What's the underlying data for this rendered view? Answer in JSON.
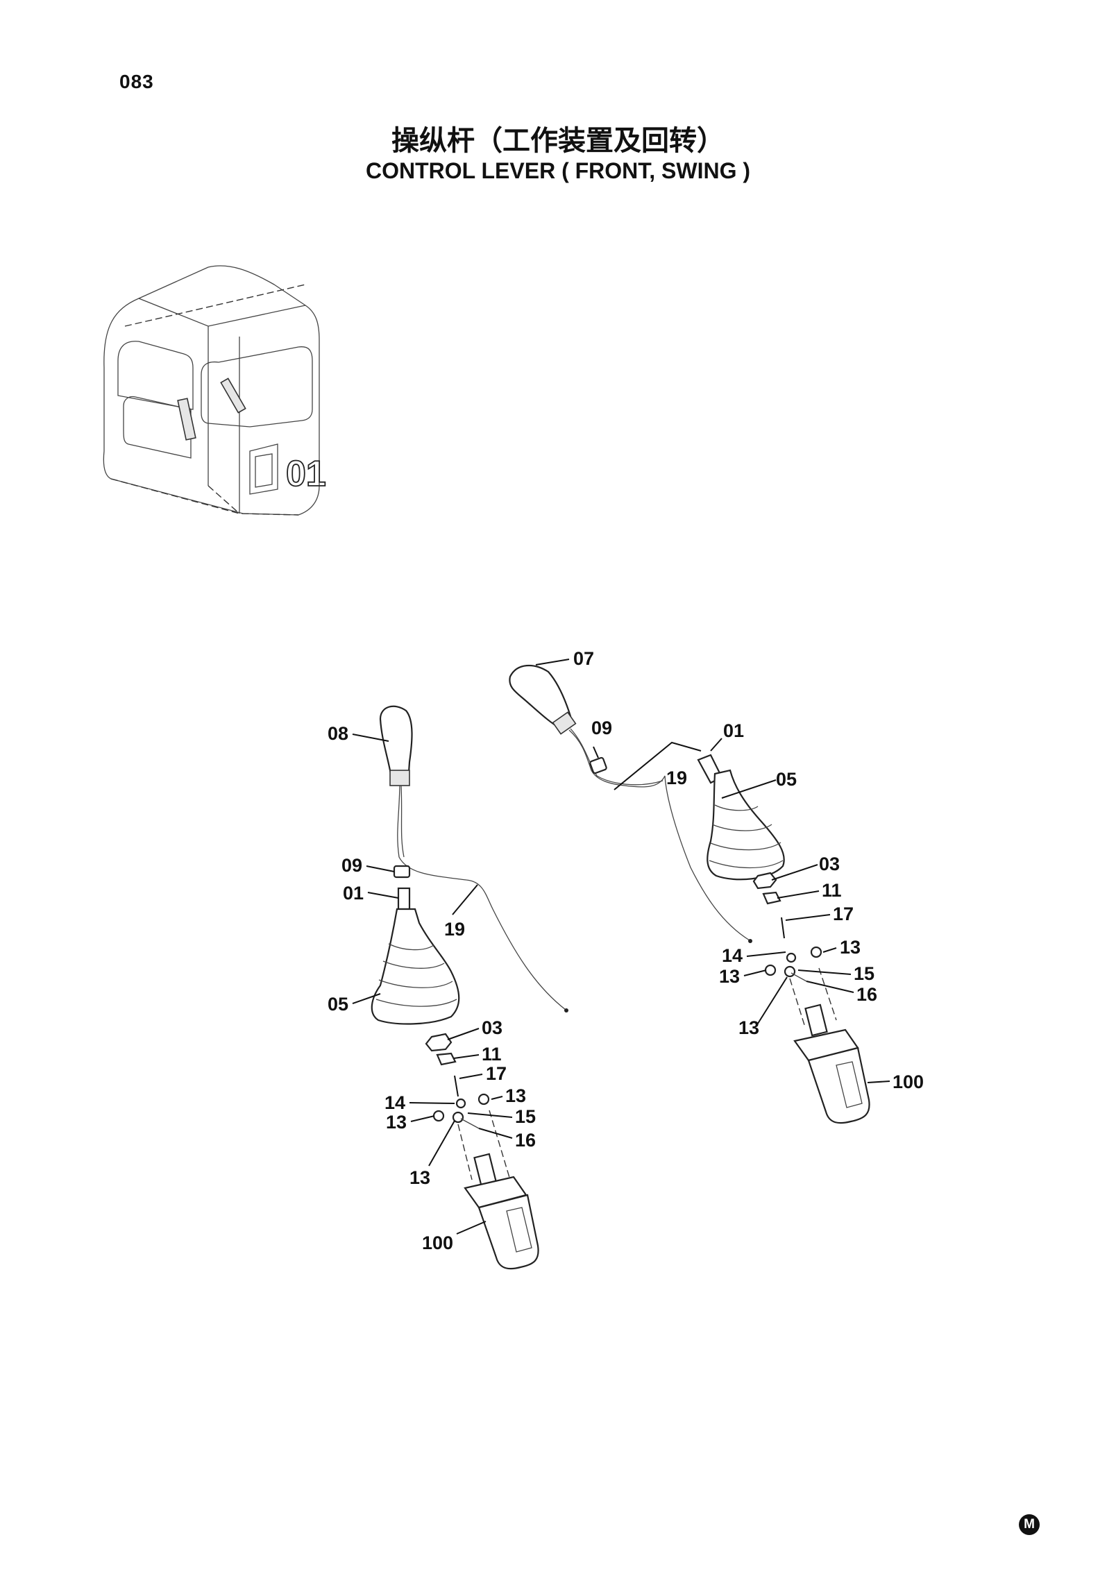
{
  "page_number": "083",
  "title_cn": "操纵杆（工作装置及回转）",
  "title_en": "CONTROL LEVER ( FRONT,  SWING )",
  "corner_mark": "M",
  "cab_tag": "01",
  "left_assembly": {
    "labels": [
      "08",
      "09",
      "01",
      "19",
      "05",
      "03",
      "11",
      "17",
      "14",
      "13",
      "13",
      "15",
      "16",
      "13",
      "100"
    ]
  },
  "right_assembly": {
    "labels": [
      "07",
      "09",
      "01",
      "19",
      "05",
      "03",
      "11",
      "17",
      "14",
      "13",
      "13",
      "15",
      "16",
      "13",
      "100"
    ]
  }
}
